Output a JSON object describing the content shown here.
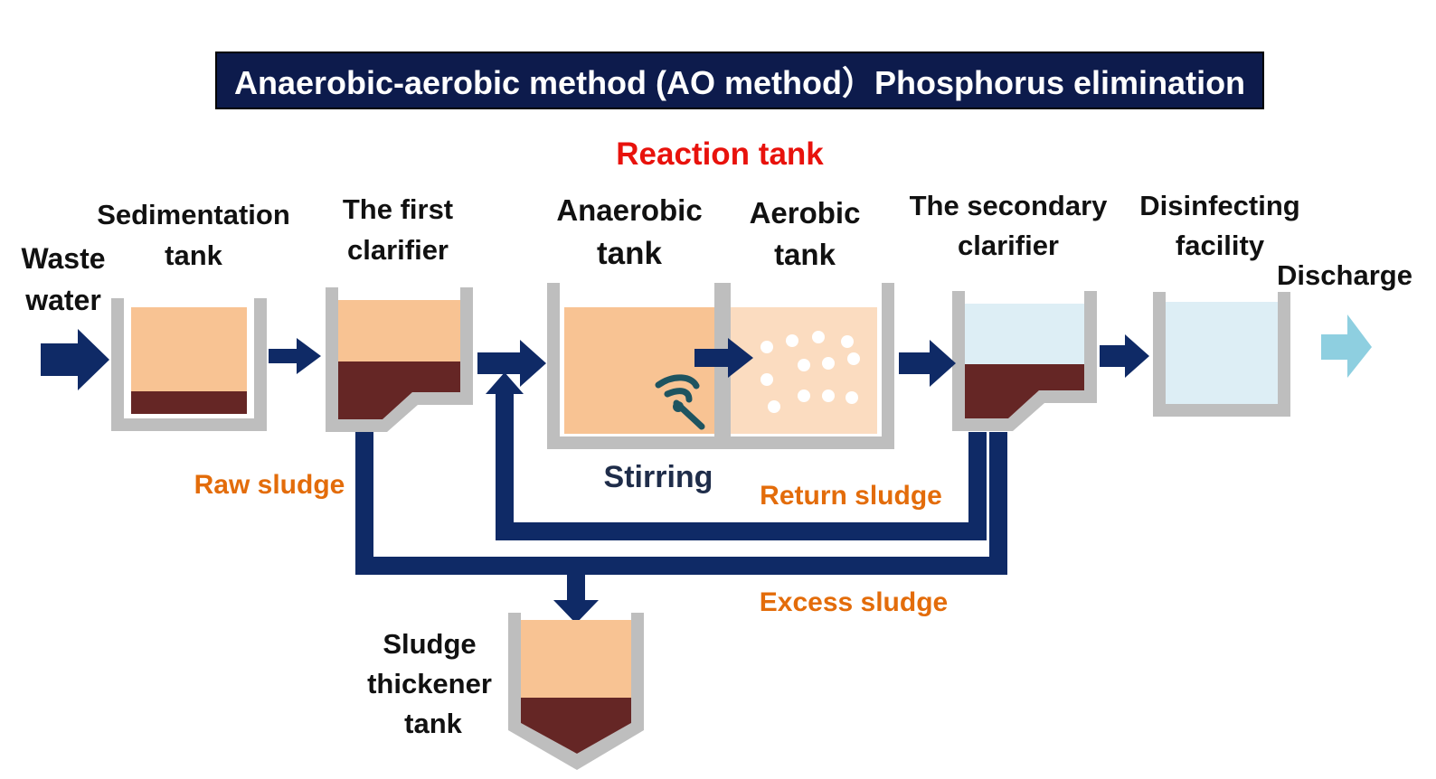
{
  "title": "Anaerobic-aerobic method (AO method）Phosphorus elimination",
  "reaction_tank_label": "Reaction tank",
  "labels": {
    "waste_water": [
      "Waste",
      "water"
    ],
    "sedimentation_tank": [
      "Sedimentation",
      "tank"
    ],
    "first_clarifier": [
      "The first",
      "clarifier"
    ],
    "anaerobic_tank": [
      "Anaerobic",
      "tank"
    ],
    "aerobic_tank": [
      "Aerobic",
      "tank"
    ],
    "secondary_clarifier": [
      "The secondary",
      "clarifier"
    ],
    "disinfecting_facility": [
      "Disinfecting",
      "facility"
    ],
    "discharge": "Discharge",
    "stirring": "Stirring",
    "raw_sludge": "Raw sludge",
    "return_sludge": "Return sludge",
    "excess_sludge": "Excess sludge",
    "sludge_thickener": [
      "Sludge",
      "thickener",
      "tank"
    ]
  },
  "colors": {
    "title_bg": "#0D1B4C",
    "navy_pipe": "#0F2A66",
    "tank_wall": "#BEBEBE",
    "water_orange": "#F8C393",
    "water_light_orange": "#FBDCC0",
    "sludge": "#652625",
    "clear_water": "#DDEEF5",
    "discharge_arrow": "#8ECFE0",
    "orange_label": "#E36C0A",
    "red_label": "#E8120C"
  },
  "icons": [
    "arrow-right-icon",
    "stirrer-icon",
    "air-bubble-icon"
  ]
}
